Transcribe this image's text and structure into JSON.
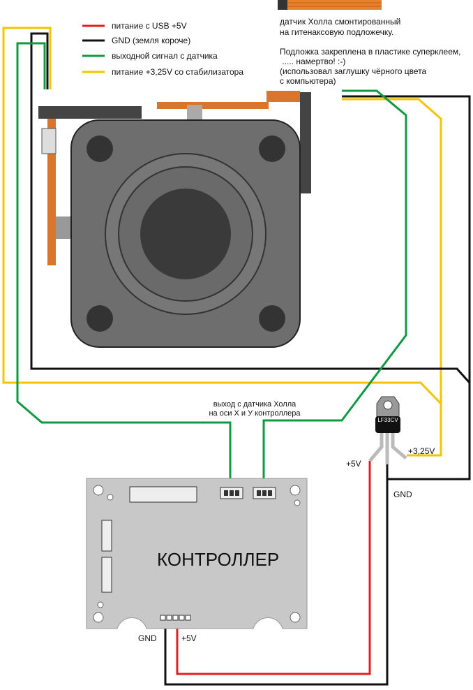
{
  "legend": [
    {
      "label": "питание с USB +5V",
      "color": "#e02020"
    },
    {
      "label": "GND (земля короче)",
      "color": "#111111"
    },
    {
      "label": "выходной сигнал с датчика",
      "color": "#109a40"
    },
    {
      "label": "питание +3,25V со стабилизатора",
      "color": "#f5c400"
    }
  ],
  "sensor_note": {
    "line1": "датчик Холла смонтированный",
    "line2": "на гитенаксовую подложечку.",
    "line3": "Подложка закреплена в пластике суперклеем,",
    "line4": " ..... намертво! :-)",
    "line5": "(использовал заглушку чёрного цвета",
    "line6": "с компьютера)"
  },
  "output_note": {
    "line1": "выход с датчика Холла",
    "line2": "на оси X и У контроллера"
  },
  "regulator": {
    "label": "LF33CV",
    "pin_5v": "+5V",
    "pin_out": "+3,25V",
    "pin_gnd": "GND"
  },
  "controller": {
    "label": "КОНТРОЛЛЕР",
    "gnd": "GND",
    "v5": "+5V"
  }
}
